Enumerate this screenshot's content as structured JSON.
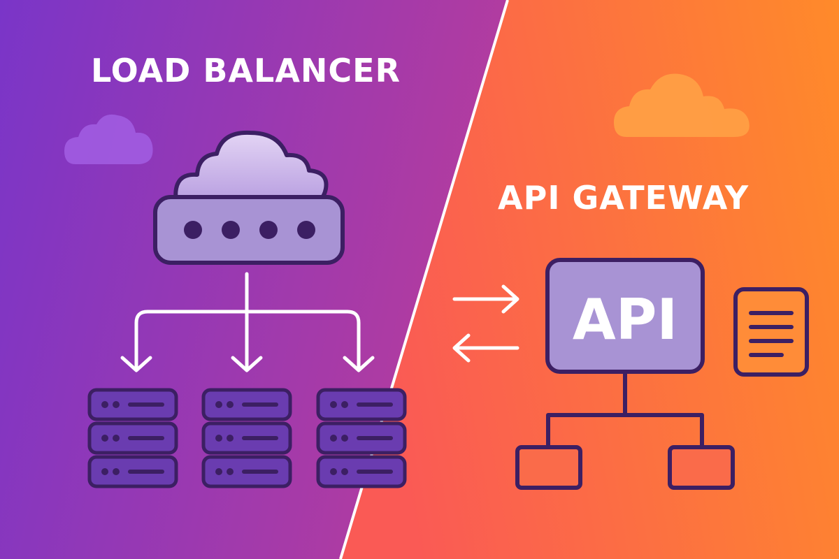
{
  "load_balancer": {
    "title": "LOAD BALANCER",
    "server_count": 3,
    "indicator_dots": 4
  },
  "api_gateway": {
    "title": "API GATEWAY",
    "api_label": "API",
    "child_nodes": 2
  },
  "colors": {
    "left_gradient_start": "#7a35c8",
    "left_gradient_end": "#b43c9e",
    "right_gradient_start": "#fa5a55",
    "right_gradient_end": "#ff8a2a",
    "outline": "#3c1f63",
    "icon_fill": "#b39ddb",
    "server_fill": "#6a3cb0",
    "document_fill": "#ff8c38",
    "cloud_left": "#a25ee3",
    "cloud_right": "#ff9f45",
    "arrow": "#ffffff"
  }
}
